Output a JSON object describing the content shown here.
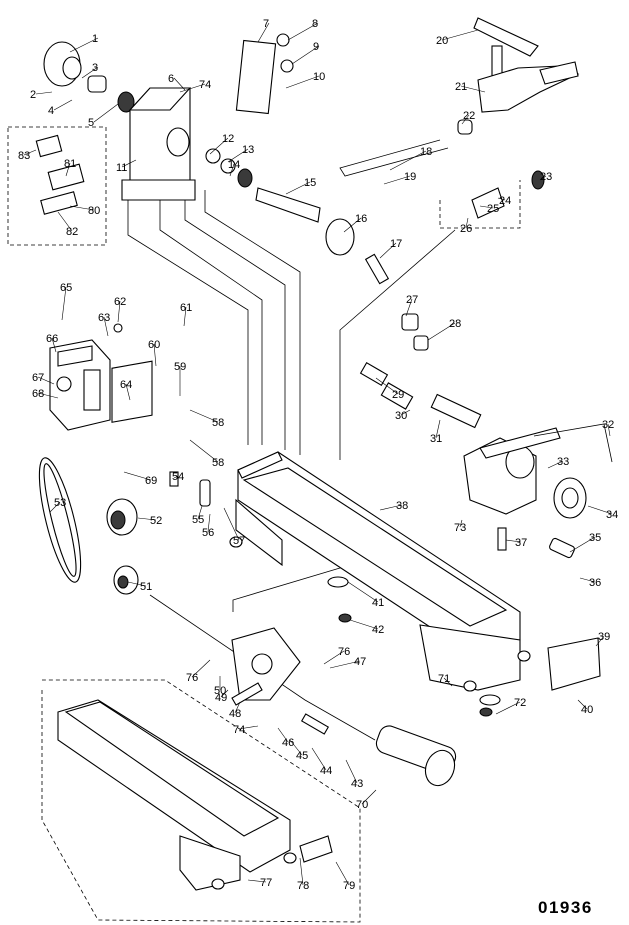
{
  "drawing_number": "01936",
  "callouts": [
    "1",
    "2",
    "3",
    "4",
    "5",
    "6",
    "7",
    "8",
    "9",
    "10",
    "11",
    "12",
    "13",
    "14",
    "15",
    "16",
    "17",
    "18",
    "19",
    "20",
    "21",
    "22",
    "23",
    "24",
    "25",
    "26",
    "27",
    "28",
    "29",
    "30",
    "31",
    "32",
    "33",
    "34",
    "35",
    "36",
    "37",
    "38",
    "39",
    "40",
    "41",
    "42",
    "43",
    "44",
    "45",
    "46",
    "47",
    "48",
    "49",
    "50",
    "51",
    "52",
    "53",
    "54",
    "55",
    "56",
    "57",
    "58",
    "59",
    "60",
    "61",
    "62",
    "63",
    "64",
    "65",
    "66",
    "67",
    "68",
    "69",
    "70",
    "71",
    "72",
    "73",
    "74",
    "76",
    "77",
    "78",
    "79",
    "80",
    "81",
    "82",
    "83"
  ]
}
